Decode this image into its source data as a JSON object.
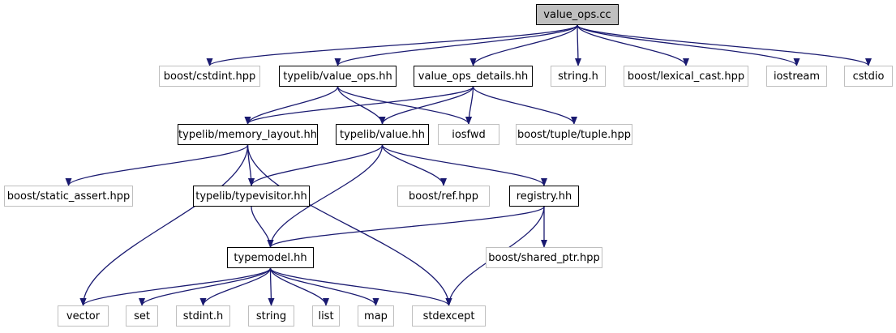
{
  "graph": {
    "edge_color": "#191970",
    "root_fill": "#bfbfbf",
    "local_border": "#000000",
    "external_border": "#bfbfbf",
    "nodes": [
      {
        "id": "value_ops_cc",
        "label": "value_ops.cc",
        "kind": "root"
      },
      {
        "id": "boost_cstdint",
        "label": "boost/cstdint.hpp",
        "kind": "external"
      },
      {
        "id": "typelib_value_ops",
        "label": "typelib/value_ops.hh",
        "kind": "local"
      },
      {
        "id": "value_ops_details",
        "label": "value_ops_details.hh",
        "kind": "local"
      },
      {
        "id": "string_h",
        "label": "string.h",
        "kind": "external"
      },
      {
        "id": "boost_lexical_cast",
        "label": "boost/lexical_cast.hpp",
        "kind": "external"
      },
      {
        "id": "iostream",
        "label": "iostream",
        "kind": "external"
      },
      {
        "id": "cstdio",
        "label": "cstdio",
        "kind": "external"
      },
      {
        "id": "memory_layout",
        "label": "typelib/memory_layout.hh",
        "kind": "local"
      },
      {
        "id": "typelib_value",
        "label": "typelib/value.hh",
        "kind": "local"
      },
      {
        "id": "iosfwd",
        "label": "iosfwd",
        "kind": "external"
      },
      {
        "id": "boost_tuple",
        "label": "boost/tuple/tuple.hpp",
        "kind": "external"
      },
      {
        "id": "boost_static_assert",
        "label": "boost/static_assert.hpp",
        "kind": "external"
      },
      {
        "id": "typevisitor",
        "label": "typelib/typevisitor.hh",
        "kind": "local"
      },
      {
        "id": "boost_ref",
        "label": "boost/ref.hpp",
        "kind": "external"
      },
      {
        "id": "registry",
        "label": "registry.hh",
        "kind": "local"
      },
      {
        "id": "typemodel",
        "label": "typemodel.hh",
        "kind": "local"
      },
      {
        "id": "boost_shared_ptr",
        "label": "boost/shared_ptr.hpp",
        "kind": "external"
      },
      {
        "id": "vector",
        "label": "vector",
        "kind": "external"
      },
      {
        "id": "set",
        "label": "set",
        "kind": "external"
      },
      {
        "id": "stdint_h",
        "label": "stdint.h",
        "kind": "external"
      },
      {
        "id": "string",
        "label": "string",
        "kind": "external"
      },
      {
        "id": "list",
        "label": "list",
        "kind": "external"
      },
      {
        "id": "map",
        "label": "map",
        "kind": "external"
      },
      {
        "id": "stdexcept",
        "label": "stdexcept",
        "kind": "external"
      }
    ],
    "edges": [
      [
        "value_ops_cc",
        "boost_cstdint"
      ],
      [
        "value_ops_cc",
        "typelib_value_ops"
      ],
      [
        "value_ops_cc",
        "value_ops_details"
      ],
      [
        "value_ops_cc",
        "string_h"
      ],
      [
        "value_ops_cc",
        "boost_lexical_cast"
      ],
      [
        "value_ops_cc",
        "iostream"
      ],
      [
        "value_ops_cc",
        "cstdio"
      ],
      [
        "typelib_value_ops",
        "memory_layout"
      ],
      [
        "typelib_value_ops",
        "typelib_value"
      ],
      [
        "typelib_value_ops",
        "iosfwd"
      ],
      [
        "value_ops_details",
        "memory_layout"
      ],
      [
        "value_ops_details",
        "typelib_value"
      ],
      [
        "value_ops_details",
        "iosfwd"
      ],
      [
        "value_ops_details",
        "boost_tuple"
      ],
      [
        "memory_layout",
        "boost_static_assert"
      ],
      [
        "memory_layout",
        "typevisitor"
      ],
      [
        "memory_layout",
        "vector"
      ],
      [
        "memory_layout",
        "stdexcept"
      ],
      [
        "typelib_value",
        "typevisitor"
      ],
      [
        "typelib_value",
        "typemodel"
      ],
      [
        "typelib_value",
        "boost_ref"
      ],
      [
        "typelib_value",
        "registry"
      ],
      [
        "typevisitor",
        "typemodel"
      ],
      [
        "registry",
        "typemodel"
      ],
      [
        "registry",
        "boost_shared_ptr"
      ],
      [
        "registry",
        "stdexcept"
      ],
      [
        "typemodel",
        "vector"
      ],
      [
        "typemodel",
        "set"
      ],
      [
        "typemodel",
        "stdint_h"
      ],
      [
        "typemodel",
        "string"
      ],
      [
        "typemodel",
        "list"
      ],
      [
        "typemodel",
        "map"
      ],
      [
        "typemodel",
        "stdexcept"
      ]
    ]
  }
}
